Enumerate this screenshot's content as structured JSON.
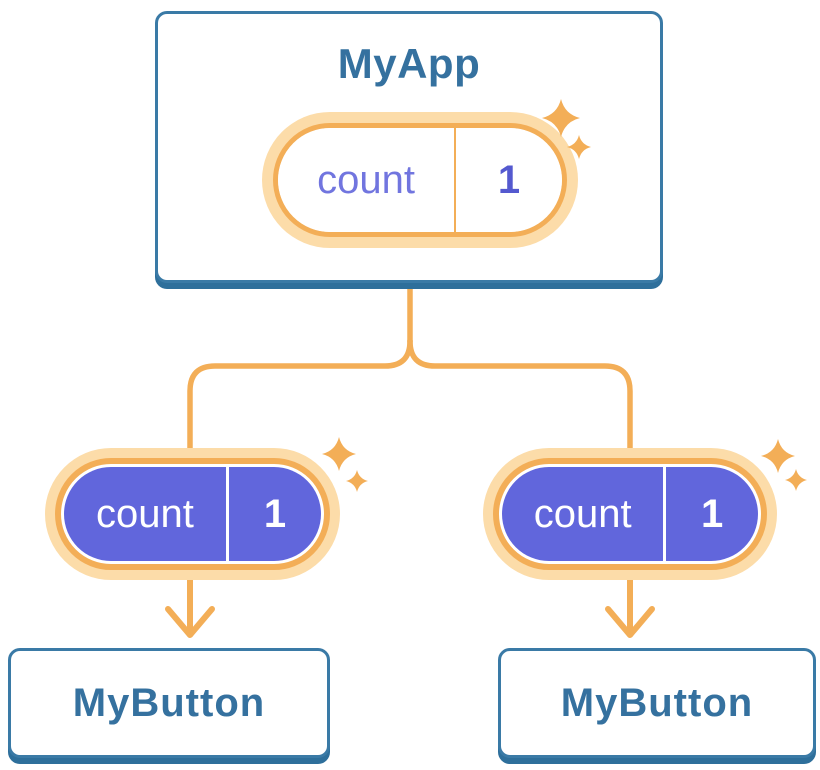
{
  "diagram": {
    "root": {
      "title": "MyApp",
      "state": {
        "label": "count",
        "value": "1"
      }
    },
    "children": [
      {
        "title": "MyButton",
        "prop": {
          "label": "count",
          "value": "1"
        }
      },
      {
        "title": "MyButton",
        "prop": {
          "label": "count",
          "value": "1"
        }
      }
    ],
    "icons": {
      "sparkle": "four-point-star",
      "arrow": "arrow-down"
    },
    "colors": {
      "background": "#FFFFFF",
      "card_border": "#3A7AA6",
      "card_shadow": "#2E6F9B",
      "card_text": "#35719F",
      "line_orange": "#F3AE57",
      "halo_orange": "#FCDCA9",
      "pill_purple": "#6166DC",
      "state_label_purple": "#7175DF",
      "state_value_purple": "#5459CF",
      "pill_text_white": "#FFFFFF"
    }
  }
}
